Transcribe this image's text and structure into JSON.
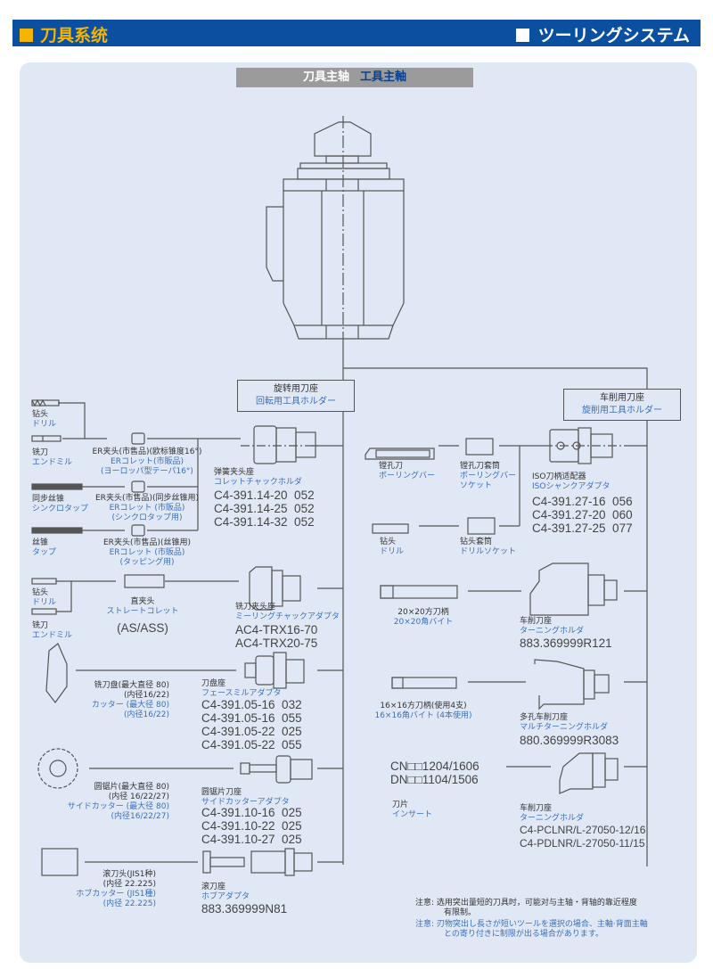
{
  "header": {
    "left_title": "刀具系统",
    "right_title": "ツーリングシステム",
    "accent_color": "#f5b400",
    "bar_color": "#0a4fa0"
  },
  "spindle": {
    "cn": "刀具主轴",
    "jp": "工具主軸"
  },
  "rotary_holder_box": {
    "cn": "旋转用刀座",
    "jp": "回転用工具ホルダー"
  },
  "turning_holder_box": {
    "cn": "车削用刀座",
    "jp": "旋削用工具ホルダー"
  },
  "left_tools": {
    "drill1": {
      "cn": "钻头",
      "jp": "ドリル"
    },
    "endmill1": {
      "cn": "铣刀",
      "jp": "エンドミル"
    },
    "sync_tap": {
      "cn": "同步丝锥",
      "jp": "シンクロタップ"
    },
    "tap": {
      "cn": "丝锥",
      "jp": "タップ"
    },
    "drill2": {
      "cn": "钻头",
      "jp": "ドリル"
    },
    "endmill2": {
      "cn": "铣刀",
      "jp": "エンドミル"
    }
  },
  "collets": {
    "er_euro": {
      "cn": "ER夹头(市售品)(欧标锥度16°)",
      "jp1": "ERコレット(市販品)",
      "jp2": "(ヨーロッパ型テーパ16°)"
    },
    "er_sync": {
      "cn": "ER夹头(市售品)(同步丝锥用)",
      "jp1": "ERコレット (市販品)",
      "jp2": "(シンクロタップ用)"
    },
    "er_tap": {
      "cn": "ER夹头(市售品)(丝锥用)",
      "jp1": "ERコレット (市販品)",
      "jp2": "(タッピング用)"
    },
    "straight": {
      "cn": "直夹头",
      "jp": "ストレートコレット",
      "code": "(AS/ASS)"
    }
  },
  "holders": {
    "collet_chuck": {
      "cn": "弹簧夹头座",
      "jp": "コレットチャックホルダ",
      "codes": [
        "C4-391.14-20  052",
        "C4-391.14-25  052",
        "C4-391.14-32  052"
      ]
    },
    "milling_chuck": {
      "cn": "铣刀夹头座",
      "jp": "ミーリングチャックアダプタ",
      "codes": [
        "AC4-TRX16-70",
        "AC4-TRX20-75"
      ]
    },
    "face_mill": {
      "cn": "刀盘座",
      "jp": "フェースミルアダプタ",
      "codes": [
        "C4-391.05-16  032",
        "C4-391.05-16  055",
        "C4-391.05-22  025",
        "C4-391.05-22  055"
      ]
    },
    "side_cutter": {
      "cn": "圆锯片刀座",
      "jp": "サイドカッターアダプタ",
      "codes": [
        "C4-391.10-16  025",
        "C4-391.10-22  025",
        "C4-391.10-27  025"
      ]
    },
    "hob": {
      "cn": "滚刀座",
      "jp": "ホブアダプタ",
      "codes": [
        "883.369999N81"
      ]
    }
  },
  "cutters": {
    "face_cutter": {
      "cn1": "铣刀盘(最大直径 80)",
      "cn2": "(内径16/22)",
      "jp1": "カッター (最大径  80)",
      "jp2": "(内径16/22)"
    },
    "side_cutter": {
      "cn1": "圆锯片(最大直径 80)",
      "cn2": "(内径 16/22/27)",
      "jp1": "サイドカッター (最大径  80)",
      "jp2": "(内径16/22/27)"
    },
    "hob_cutter": {
      "cn1": "滚刀头(JIS1种)",
      "cn2": "(内径 22.225)",
      "jp1": "ホブカッター (JIS1種)",
      "jp2": "(内径  22.225)"
    }
  },
  "turning": {
    "boring_bar": {
      "cn": "镗孔刀",
      "jp": "ボーリングバー"
    },
    "boring_socket": {
      "cn": "镗孔刀套筒",
      "jp1": "ボーリングバー",
      "jp2": "ソケット"
    },
    "drill": {
      "cn": "钻头",
      "jp": "ドリル"
    },
    "drill_socket": {
      "cn": "钻头套筒",
      "jp": "ドリルソケット"
    },
    "iso_adapter": {
      "cn": "ISO刀柄适配器",
      "jp": "ISOシャンクアダプタ",
      "codes": [
        "C4-391.27-16  056",
        "C4-391.27-20  060",
        "C4-391.27-25  077"
      ]
    },
    "bite20": {
      "cn": "20×20方刀柄",
      "jp": "20×20角バイト"
    },
    "turning_holder1": {
      "cn": "车削刀座",
      "jp": "ターニングホルダ",
      "codes": [
        "883.369999R121"
      ]
    },
    "bite16": {
      "cn": "16×16方刀柄(使用4支)",
      "jp": "16×16角バイト (4本使用)"
    },
    "multi_holder": {
      "cn": "多孔车削刀座",
      "jp": "マルチターニングホルダ",
      "codes": [
        "880.369999R3083"
      ]
    },
    "insert": {
      "codes": [
        "CN□□1204/1606",
        "DN□□1104/1506"
      ],
      "cn": "刀片",
      "jp": "インサート"
    },
    "turning_holder2": {
      "cn": "车削刀座",
      "jp": "ターニングホルダ",
      "codes": [
        "C4-PCLNR/L-27050-12/16",
        "C4-PDLNR/L-27050-11/15"
      ]
    }
  },
  "notes": {
    "label": "注意:",
    "cn1": "选用突出量短的刀具时，可能对与主轴・背轴的靠近程度",
    "cn2": "有限制。",
    "jp1": "刃物突出し長さが短いツールを選択の場合、主軸·背面主軸",
    "jp2": "との寄り付きに制限が出る場合があります。"
  }
}
